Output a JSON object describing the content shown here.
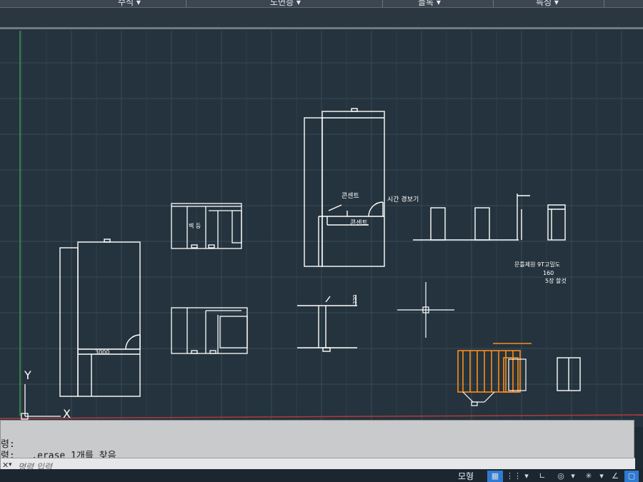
{
  "ribbon": {
    "panels": [
      {
        "label": "수식 ▾"
      },
      {
        "label": "도면층 ▾"
      },
      {
        "label": "블록 ▾"
      },
      {
        "label": "특성 ▾"
      }
    ]
  },
  "drawing": {
    "annotations": {
      "consent_top": "콘센트",
      "consent_bottom": "콘센트",
      "time_sensor": "시간 경보기",
      "dim_3000": "3000",
      "side_text": "벽 등",
      "right_note_line1": "문틀제원  9T고밀도",
      "right_note_line2": "160",
      "right_note_line3": "5장 할것",
      "small_dim": "220"
    },
    "ucs": {
      "x_label": "X",
      "y_label": "Y"
    }
  },
  "command_window": {
    "history": [
      {
        "text": "령:"
      },
      {
        "text": "령:  _.erase 1개를 찾음"
      }
    ],
    "input_placeholder": "명령 입력",
    "close_icon": "close-icon",
    "customize_icon": "prompt-arrow-icon"
  },
  "status_bar": {
    "model_label": "모형",
    "buttons": [
      {
        "icon": "grid-icon",
        "active": true
      },
      {
        "icon": "snap-icon",
        "active": false
      },
      {
        "icon": "ortho-icon",
        "active": false
      },
      {
        "icon": "polar-icon",
        "active": false
      },
      {
        "icon": "osnap-icon",
        "active": false
      },
      {
        "icon": "lineweight-icon",
        "active": false
      },
      {
        "icon": "workspace-icon",
        "active": false
      }
    ]
  },
  "colors": {
    "background": "#24333d",
    "grid": "#3a4b57",
    "lines": "#ffffff",
    "selection": "#ff8c1a",
    "x_axis": "#b23a3a",
    "y_axis": "#3fae4a"
  }
}
